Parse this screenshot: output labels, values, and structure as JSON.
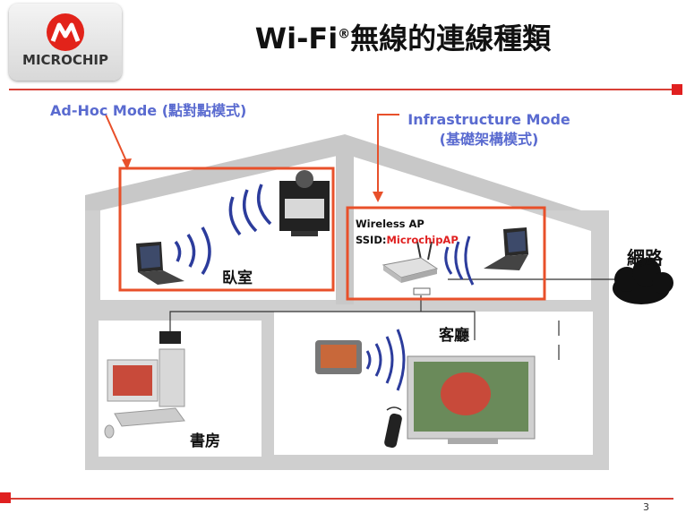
{
  "header": {
    "logo_text": "MICROCHIP",
    "title_main": "Wi-Fi",
    "title_sup": "®",
    "title_rest": "無線的連線種類",
    "page_number": "3"
  },
  "labels": {
    "adhoc": "Ad-Hoc Mode (點對點模式)",
    "infra_line1": "Infrastructure Mode",
    "infra_line2": "(基礎架構模式)",
    "wireless_ap": "Wireless AP",
    "ssid_prefix": "SSID:",
    "ssid_value": "MicrochipAP",
    "internet": "網路",
    "bedroom": "臥室",
    "living_room": "客廳",
    "study": "書房"
  },
  "colors": {
    "accent_red": "#e02020",
    "label_blue": "#5a6bd0",
    "house_gray": "#c8c8c8",
    "highlight_orange": "#e8502a"
  }
}
